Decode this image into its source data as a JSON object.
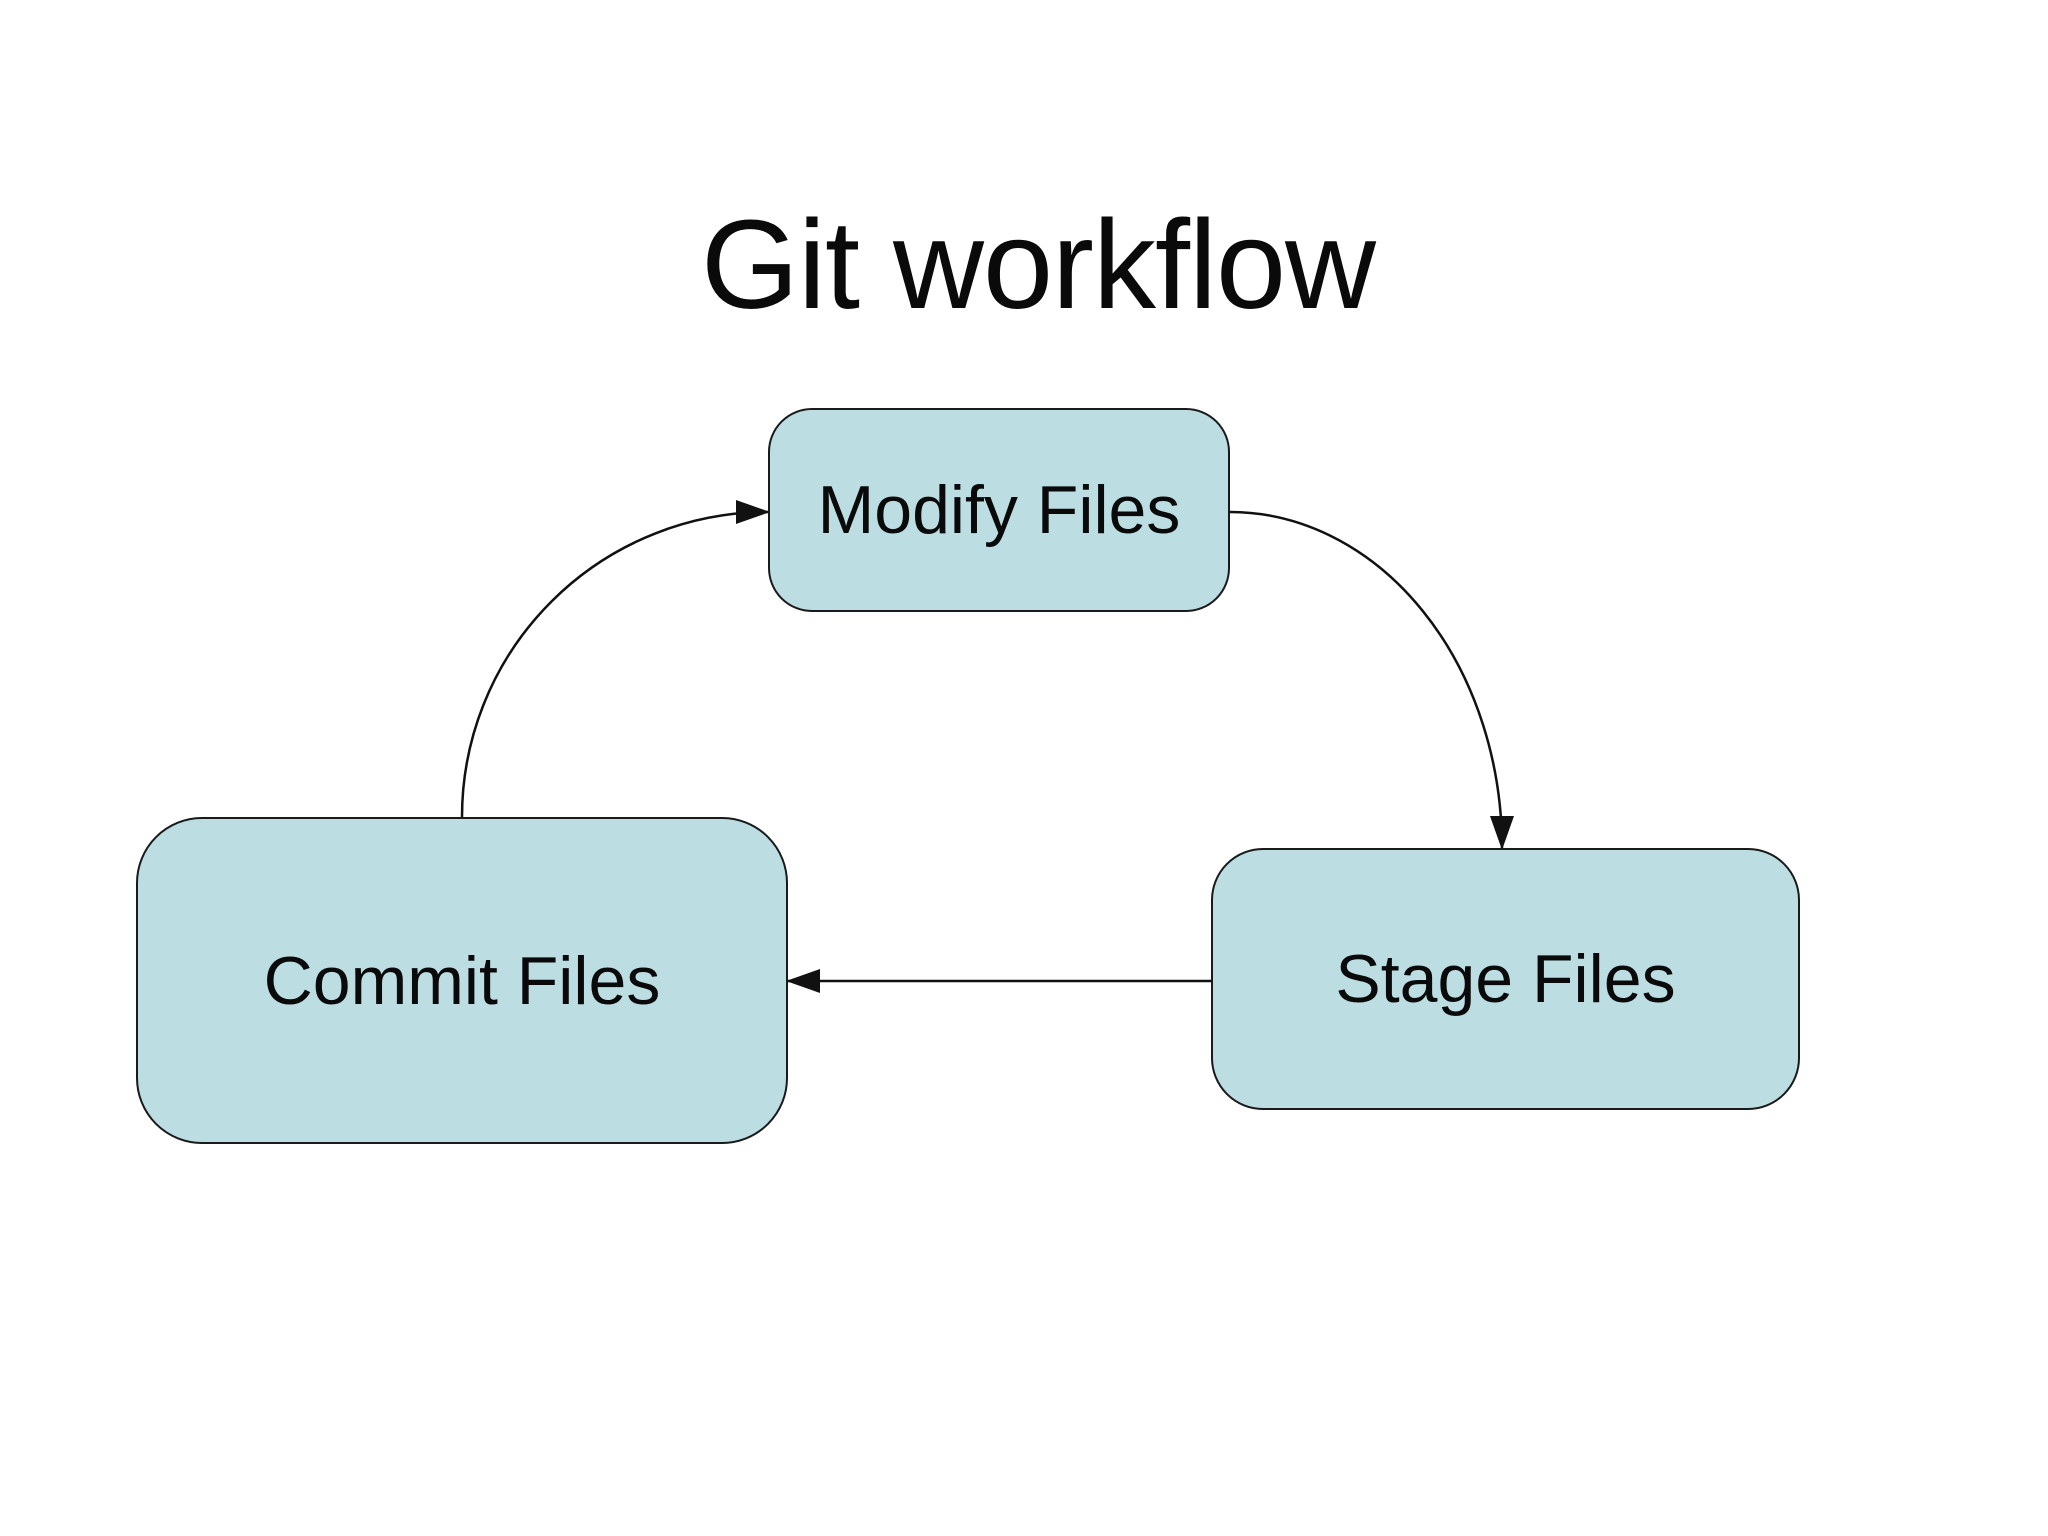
{
  "slide": {
    "title": "Git workflow"
  },
  "nodes": [
    {
      "id": "modify",
      "label": "Modify Files"
    },
    {
      "id": "commit",
      "label": "Commit Files"
    },
    {
      "id": "stage",
      "label": "Stage Files"
    }
  ],
  "edges": [
    {
      "from": "commit",
      "to": "modify",
      "style": "curved"
    },
    {
      "from": "modify",
      "to": "stage",
      "style": "curved"
    },
    {
      "from": "stage",
      "to": "commit",
      "style": "straight"
    }
  ],
  "colors": {
    "node_fill": "#bcdee3",
    "node_border": "#1a1a1a",
    "arrow": "#111111",
    "background": "#ffffff",
    "text": "#0a0a0a"
  }
}
